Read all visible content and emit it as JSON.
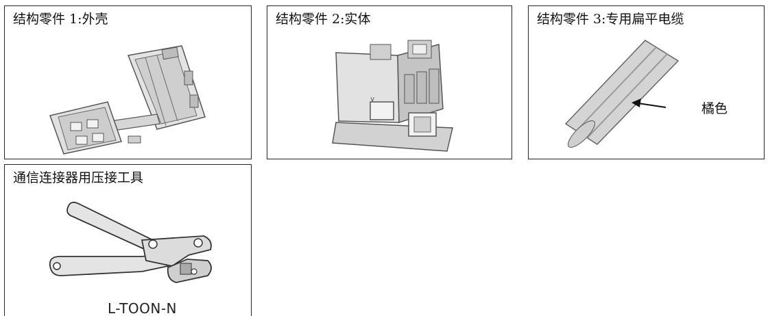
{
  "panels": [
    {
      "title": "结构零件 1:外壳"
    },
    {
      "title": "结构零件 2:实体"
    },
    {
      "title": "结构零件 3:专用扁平电缆",
      "callout": "橘色"
    },
    {
      "title": "通信连接器用压接工具",
      "model": "L-TOON-N"
    }
  ],
  "colors": {
    "border": "#222222",
    "part_fill": "#d9d9d9",
    "part_shadow": "#a8a8a8",
    "cable_fill": "#d4d4d4"
  },
  "icons": [
    "housing-part-drawing",
    "body-part-drawing",
    "flat-cable-drawing",
    "crimp-tool-drawing",
    "arrow-icon"
  ]
}
